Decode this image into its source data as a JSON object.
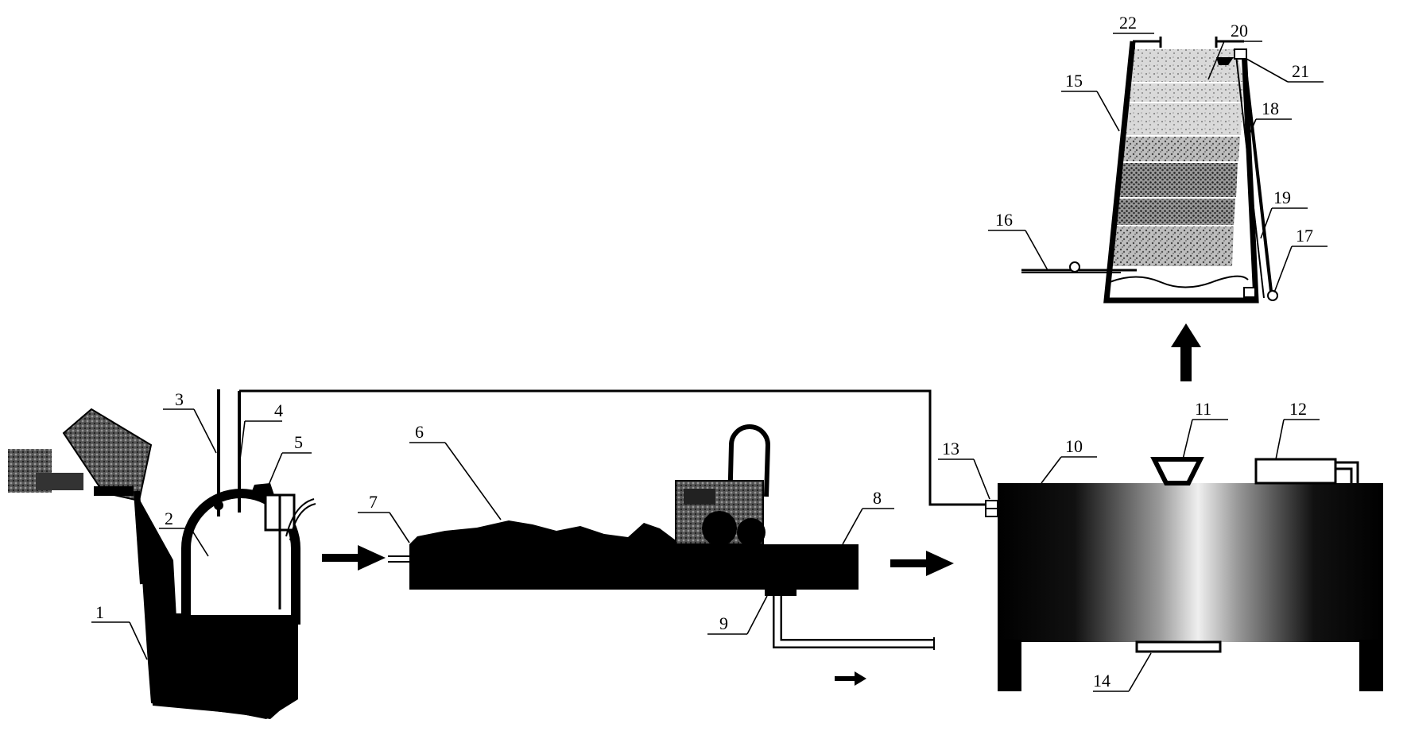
{
  "labels": {
    "n1": "1",
    "n2": "2",
    "n3": "3",
    "n4": "4",
    "n5": "5",
    "n6": "6",
    "n7": "7",
    "n8": "8",
    "n9": "9",
    "n10": "10",
    "n11": "11",
    "n12": "12",
    "n13": "13",
    "n14": "14",
    "n15": "15",
    "n16": "16",
    "n17": "17",
    "n18": "18",
    "n19": "19",
    "n20": "20",
    "n21": "21",
    "n22": "22"
  },
  "colors": {
    "ink": "#000000",
    "paper": "#ffffff",
    "sand": "#d6d6d6",
    "gradient_light": "#f2f2f2"
  }
}
